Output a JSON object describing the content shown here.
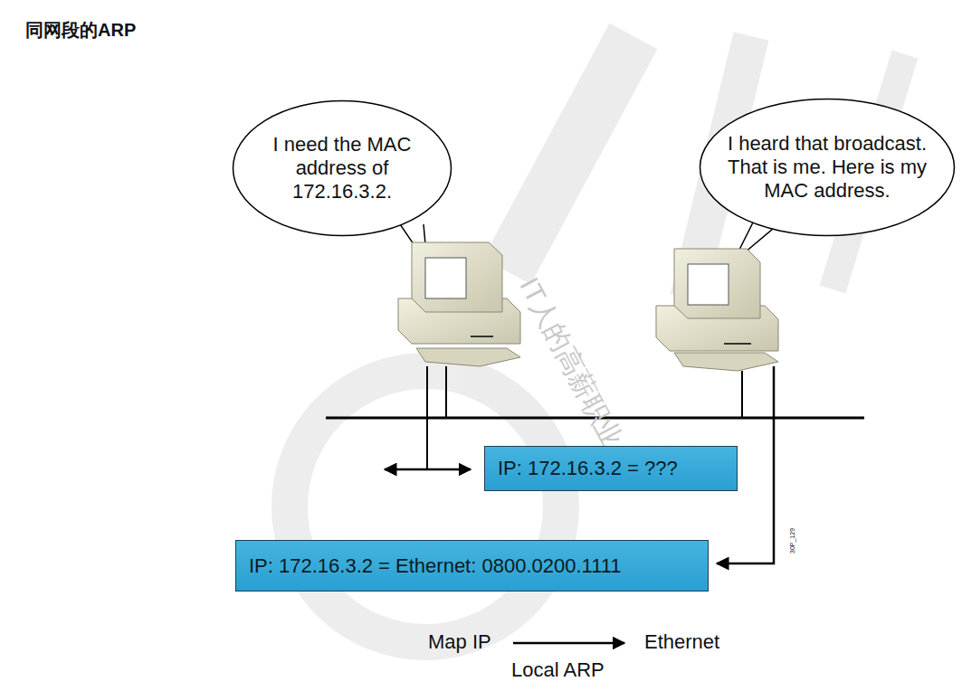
{
  "diagram": {
    "title": "同网段的ARP",
    "nodes": [
      {
        "text": [
          "I need the MAC address of 172.16.3.2."
        ]
      },
      {
        "text": [
          "I heard that broadcast. That is me. Here is my MAC address."
        ]
      },
      {
        "text": [
          "IP: 172.16.3.2 = ???"
        ]
      },
      {
        "text": [
          "IP: 172.16.3.2 = Ethernet: 0800.0200.1111"
        ]
      }
    ],
    "labels": [
      "Map IP",
      "Ethernet",
      "Local ARP",
      "30P_129",
      "IT人的高薪职业"
    ]
  }
}
